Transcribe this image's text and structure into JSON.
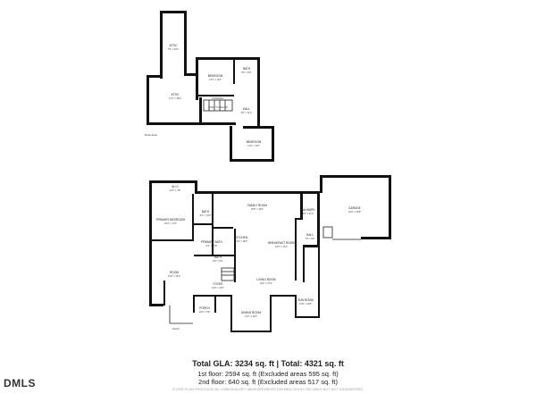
{
  "rooms": {
    "attic_a": "ATTIC",
    "attic_a_dims": "7'0\" x 20'0\"",
    "attic_b": "ATTIC",
    "attic_b_dims": "17'0\" x 18'0\"",
    "bedroom_up1": "BEDROOM",
    "bedroom_up1_dims": "13'4\" x 12'0\"",
    "bath_up": "BATH",
    "bath_up_dims": "8'0\" x 8'0\"",
    "stairs_up": "STAIRWELL",
    "open_below": "OPEN TO BELOW",
    "hall_up": "HALL",
    "hall_up_dims": "4'0\" x 11'2\"",
    "bedroom_up2": "BEDROOM",
    "bedroom_up2_dims": "11'0\" x 11'8\"",
    "deck_note": "Deck Area",
    "wic": "W.I.C",
    "wic_dims": "12'0\" x 4'8\"",
    "primary_bedroom": "PRIMARY BEDROOM",
    "primary_bedroom_dims": "16'4\" x 17'0\"",
    "bath_main": "BATH",
    "bath_main_dims": "8'4\" x 12'8\"",
    "family_room": "FAMILY ROOM",
    "family_room_dims": "20'8\" x 15'0\"",
    "laundry": "LAUNDRY",
    "laundry_dims": "5'8\" x 11'0\"",
    "garage": "GARAGE",
    "garage_dims": "24'0\" x 22'8\"",
    "kitchen": "KITCHEN",
    "kitchen_dims": "13'4\" x 16'0\"",
    "primary_bath": "PRIMARY BATH",
    "primary_bath_dims": "9'4\" x 10'8\"",
    "breakfast_room": "BREAKFAST ROOM",
    "breakfast_room_dims": "12'0\" x 13'0\"",
    "hall_main": "HALL",
    "hall_main_dims": "7'8\" x 8'0\"",
    "bath_half": "BATH",
    "bath_half_dims": "8'0\" x 5'4\"",
    "room": "ROOM",
    "room_dims": "13'8\" x 16'4\"",
    "living_room": "LIVING ROOM",
    "living_room_dims": "22'0\" x 17'4\"",
    "foyer": "FOYER",
    "foyer_dims": "11'8\" x 13'0\"",
    "sunroom": "SUN ROOM",
    "sunroom_dims": "11'8\" x 10'8\"",
    "dining_room": "DINING ROOM",
    "dining_room_dims": "12'0\" x 13'0\"",
    "porch": "PORCH",
    "porch_dims": "10'4\" x 5'8\"",
    "porch_note": "Porch"
  },
  "summary": {
    "total": "Total GLA: 3234 sq. ft | Total: 4321 sq. ft",
    "floor1": "1st floor: 2594 sq. ft (Excluded areas 595 sq. ft)",
    "floor2": "2nd floor: 640 sq. ft (Excluded areas 517 sq. ft)",
    "disclaimer": "FLOOR PLAN PRODUCED BY CUBICASA APP. MEASUREMENTS DEEMED HIGHLY RELIABLE BUT NOT GUARANTEED."
  },
  "logo": "DMLS"
}
